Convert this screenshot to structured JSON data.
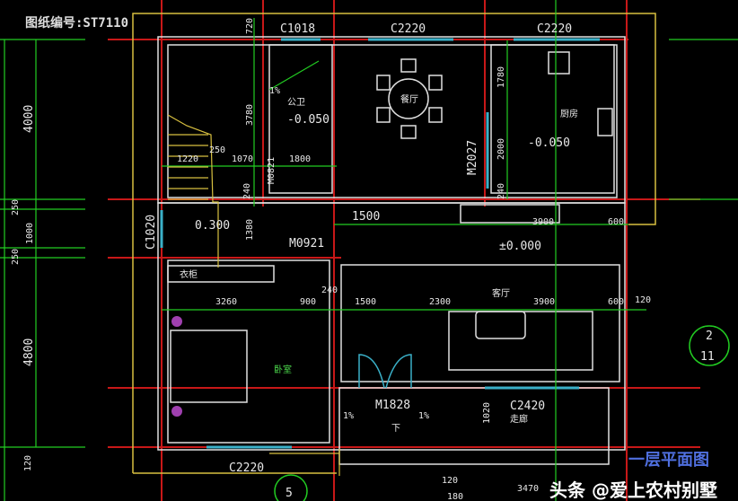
{
  "drawing_number": "图纸编号:ST7110",
  "windows": {
    "c1018": "C1018",
    "c2220_a": "C2220",
    "c2220_b": "C2220",
    "c1020": "C1020",
    "c2220_c": "C2220",
    "c2420": "C2420"
  },
  "doors": {
    "m0821": "M0821",
    "m2027": "M2027",
    "m0921": "M0921",
    "m1828": "M1828"
  },
  "rooms": {
    "bathroom": "公卫",
    "dining": "餐厅",
    "kitchen": "厨房",
    "living": "客厅",
    "bedroom": "卧室",
    "corridor": "走廊",
    "wardrobe": "衣柜"
  },
  "levels": {
    "bathroom": "-0.050",
    "kitchen": "-0.050",
    "stair": "0.300",
    "living": "±0.000"
  },
  "slopes": {
    "bath": "1%",
    "porch_left": "1%",
    "porch_right": "1%",
    "down": "下"
  },
  "dims": {
    "left_4000": "4000",
    "left_250a": "250",
    "left_1000": "1000",
    "left_250b": "250",
    "left_4800": "4800",
    "left_120": "120",
    "d720": "720",
    "d3780": "3780",
    "d1220": "1220",
    "d250": "250",
    "d1070": "1070",
    "d1800": "1800",
    "d240a": "240",
    "d1380": "1380",
    "d1500a": "1500",
    "d1780": "1780",
    "d2000": "2000",
    "d240b": "240",
    "d3900a": "3900",
    "d600a": "600",
    "d3260": "3260",
    "d900": "900",
    "d240c": "240",
    "d1500b": "1500",
    "d2300": "2300",
    "d3900b": "3900",
    "d600b": "600",
    "d120": "120",
    "d1020": "1020",
    "d3470": "3470",
    "d120b": "120",
    "d180": "180"
  },
  "axis_markers": {
    "a": "2",
    "b": "11",
    "c": "5"
  },
  "plan_title": "一层平面图",
  "watermark": "头条 @爱上农村别墅",
  "colors": {
    "axis": "#d01818",
    "dim": "#22cc22",
    "wall": "#e0e0e0",
    "window": "#3ab0c8",
    "outline": "#d8c040"
  }
}
